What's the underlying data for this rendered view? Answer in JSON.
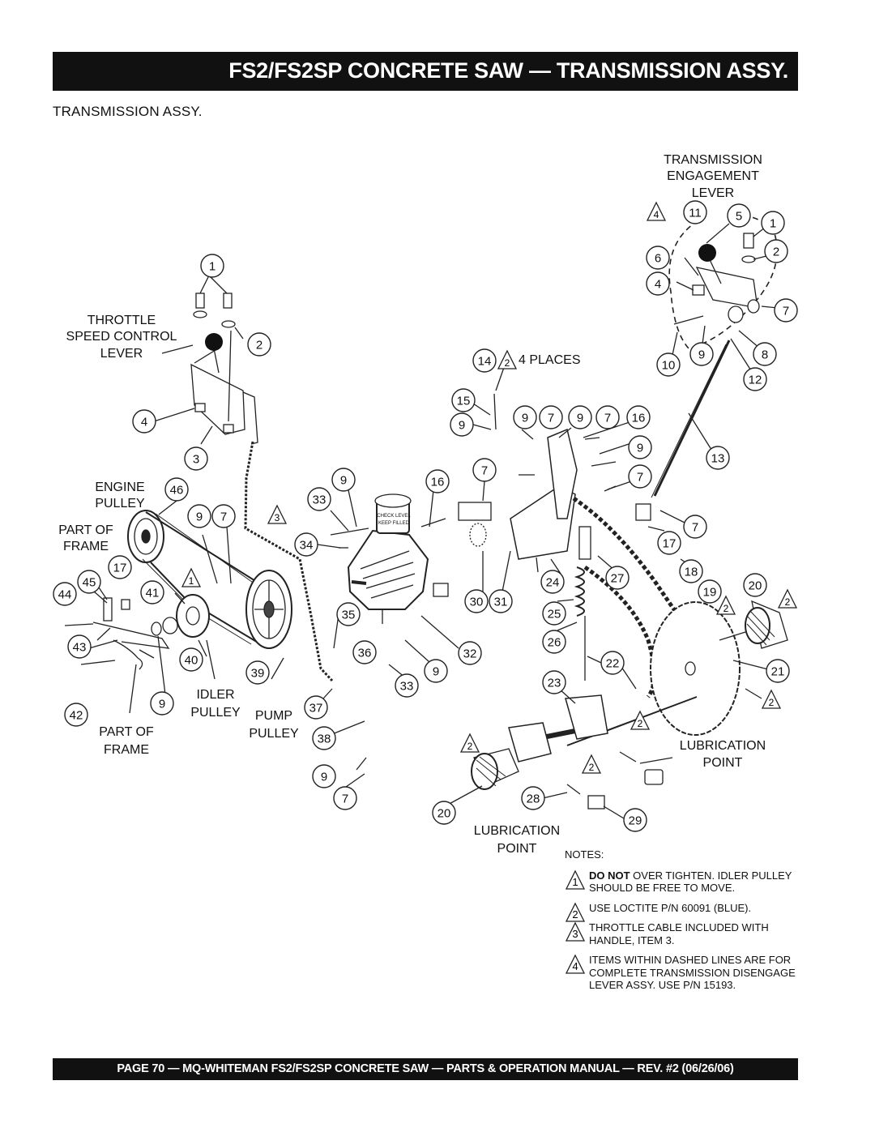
{
  "header": {
    "title": "FS2/FS2SP CONCRETE SAW — TRANSMISSION  ASSY.",
    "section": "TRANSMISSION ASSY."
  },
  "diagram": {
    "labels": {
      "transmission_engagement_lever": [
        "TRANSMISSION",
        "ENGAGEMENT",
        "LEVER"
      ],
      "throttle_speed_control_lever": [
        "THROTTLE",
        "SPEED CONTROL",
        "LEVER"
      ],
      "four_places": "4 PLACES",
      "engine_pulley": [
        "ENGINE",
        "PULLEY"
      ],
      "part_of_frame_top": [
        "PART OF",
        "FRAME"
      ],
      "part_of_frame_bottom": [
        "PART OF",
        "FRAME"
      ],
      "idler_pulley": [
        "IDLER",
        "PULLEY"
      ],
      "pump_pulley": [
        "PUMP",
        "PULLEY"
      ],
      "lubrication_point_right": [
        "LUBRICATION",
        "POINT"
      ],
      "lubrication_point_bottom": [
        "LUBRICATION",
        "POINT"
      ],
      "reservoir_text": [
        "CHECK LEVEL",
        "KEEP FILLED"
      ]
    },
    "callouts": [
      "1",
      "2",
      "3",
      "4",
      "5",
      "6",
      "7",
      "8",
      "9",
      "10",
      "11",
      "12",
      "13",
      "14",
      "15",
      "16",
      "17",
      "18",
      "19",
      "20",
      "21",
      "22",
      "23",
      "24",
      "25",
      "26",
      "27",
      "28",
      "29",
      "30",
      "31",
      "32",
      "33",
      "34",
      "35",
      "36",
      "37",
      "38",
      "39",
      "40",
      "41",
      "42",
      "43",
      "44",
      "45",
      "46"
    ],
    "note_markers": [
      "1",
      "2",
      "3",
      "4"
    ]
  },
  "notes": {
    "title": "NOTES:",
    "items": [
      {
        "num": "1",
        "bold": "DO NOT",
        "text": " OVER TIGHTEN. IDLER PULLEY SHOULD BE FREE TO MOVE."
      },
      {
        "num": "2",
        "bold": "",
        "text": "USE LOCTITE P/N 60091 (BLUE)."
      },
      {
        "num": "3",
        "bold": "",
        "text": "THROTTLE CABLE INCLUDED WITH HANDLE, ITEM 3."
      },
      {
        "num": "4",
        "bold": "",
        "text": "ITEMS WITHIN DASHED LINES ARE FOR COMPLETE  TRANSMISSION DISENGAGE LEVER ASSY. USE P/N 15193."
      }
    ]
  },
  "footer": {
    "text": "PAGE 70 — MQ-WHITEMAN FS2/FS2SP  CONCRETE SAW — PARTS & OPERATION MANUAL — REV. #2 (06/26/06)"
  }
}
